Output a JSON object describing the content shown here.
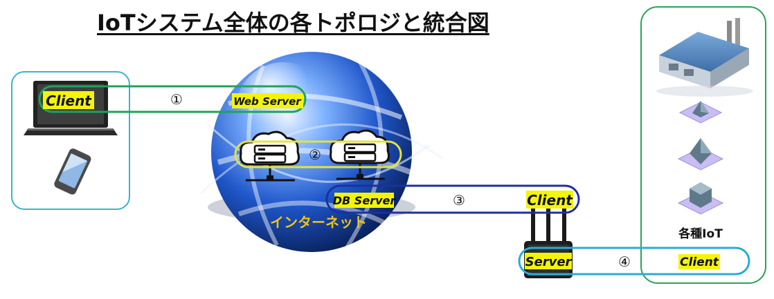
{
  "title": "IoTシステム全体の各トポロジと統合図",
  "labels": {
    "client_1": "Client",
    "web_server": "Web Server",
    "db_server": "DB Server",
    "client_3": "Client",
    "server_4": "Server",
    "client_4": "Client",
    "internet": "インターネット",
    "iot_devices": "各種IoT"
  },
  "connections": [
    {
      "num": "①",
      "from": "Client",
      "to": "Web Server",
      "color": "#1ea35a"
    },
    {
      "num": "②",
      "from": "Web Server",
      "to": "DB Server",
      "color": "#e6e33a"
    },
    {
      "num": "③",
      "from": "DB Server",
      "to": "Client",
      "color": "#1f2f9e"
    },
    {
      "num": "④",
      "from": "Server",
      "to": "Client",
      "color": "#29abd6"
    }
  ],
  "colors": {
    "client_box": "#3bb3cf",
    "iot_box": "#2aa15a",
    "label_highlight": "#f4f40a",
    "internet_text": "#f0c21b"
  },
  "icons": [
    "laptop-icon",
    "smartphone-icon",
    "globe-icon",
    "cloud-server-icon",
    "router-icon",
    "factory-icon",
    "iot-sensor-icon"
  ]
}
